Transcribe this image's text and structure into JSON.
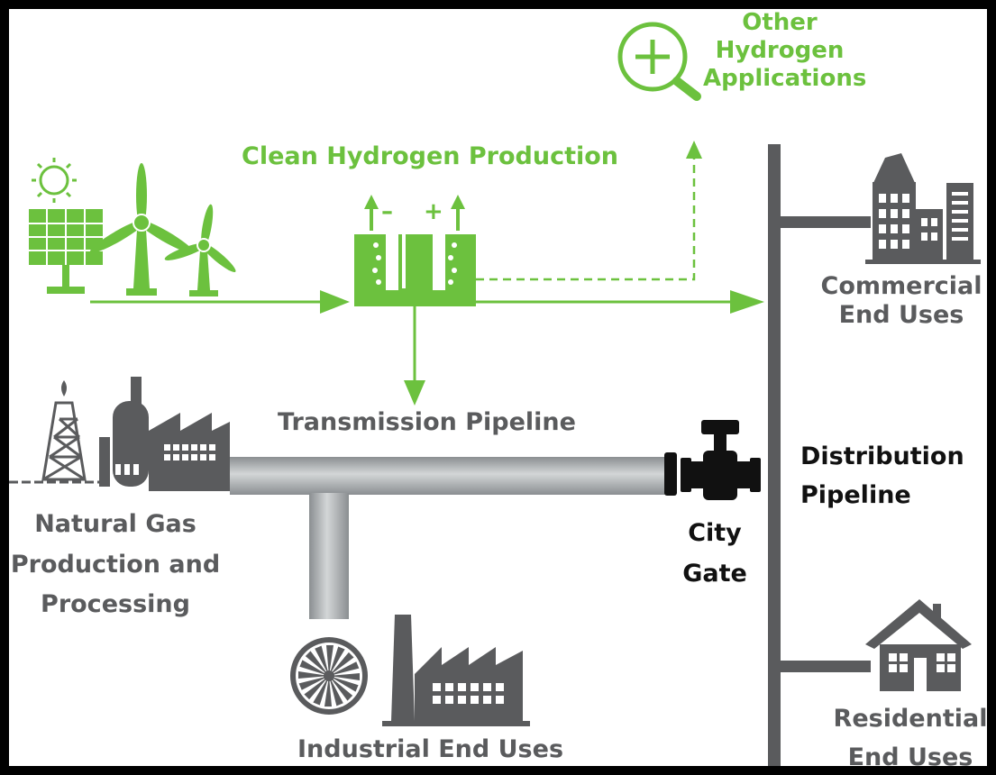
{
  "colors": {
    "green": "#6cc13e",
    "gray": "#5a5b5d",
    "pipe_light": "#b9bdbf",
    "pipe_dark": "#8a8e91",
    "valve": "#111111"
  },
  "icons": [
    "sun-icon",
    "solar-panel-icon",
    "wind-turbine-icon",
    "electrolyzer-icon",
    "magnifier-plus-icon",
    "oil-derrick-icon",
    "processing-plant-icon",
    "office-buildings-icon",
    "turbine-fan-icon",
    "factory-icon",
    "house-icon",
    "valve-icon"
  ],
  "labels": {
    "other_apps": [
      "Other",
      "Hydrogen",
      "Applications"
    ],
    "clean_production": "Clean Hydrogen Production",
    "electrolyzer_minus": "–",
    "electrolyzer_plus": "+",
    "transmission": "Transmission Pipeline",
    "commercial": [
      "Commercial",
      "End Uses"
    ],
    "distribution": [
      "Distribution",
      "Pipeline"
    ],
    "natural_gas": [
      "Natural Gas",
      "Production and",
      "Processing"
    ],
    "city_gate": [
      "City",
      "Gate"
    ],
    "industrial": "Industrial End Uses",
    "residential": [
      "Residential",
      "End Uses"
    ]
  }
}
